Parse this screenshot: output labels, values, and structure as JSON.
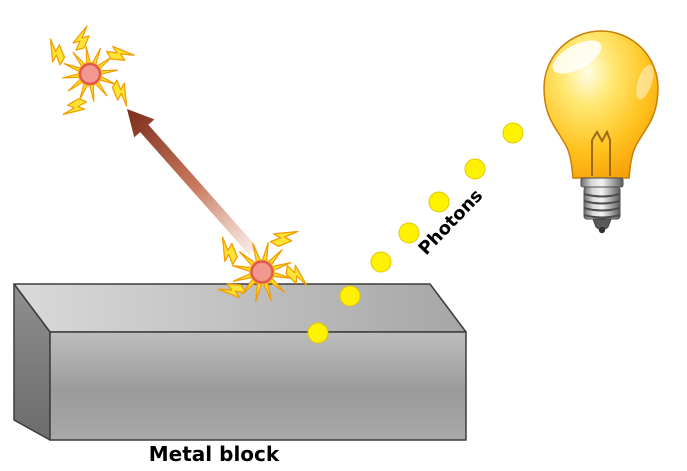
{
  "diagram": {
    "labels": {
      "photons": "Photons",
      "metal_block": "Metal block"
    },
    "photon_count": 7,
    "colors": {
      "photon_yellow": "#FFF200",
      "spark_yellow": "#FFE433",
      "spark_outline_orange": "#F29D00",
      "electron_core_pink": "#F2998F",
      "electron_ring_red": "#E2574C",
      "arrow_head_brown": "#7C2D1C",
      "arrow_tail_pink": "#F7E3DA",
      "bulb_glass_orange": "#FFC21E",
      "bulb_base_gray": "#A6A6A6",
      "block_gray": "#9E9E9E",
      "label_black": "#000000"
    }
  }
}
